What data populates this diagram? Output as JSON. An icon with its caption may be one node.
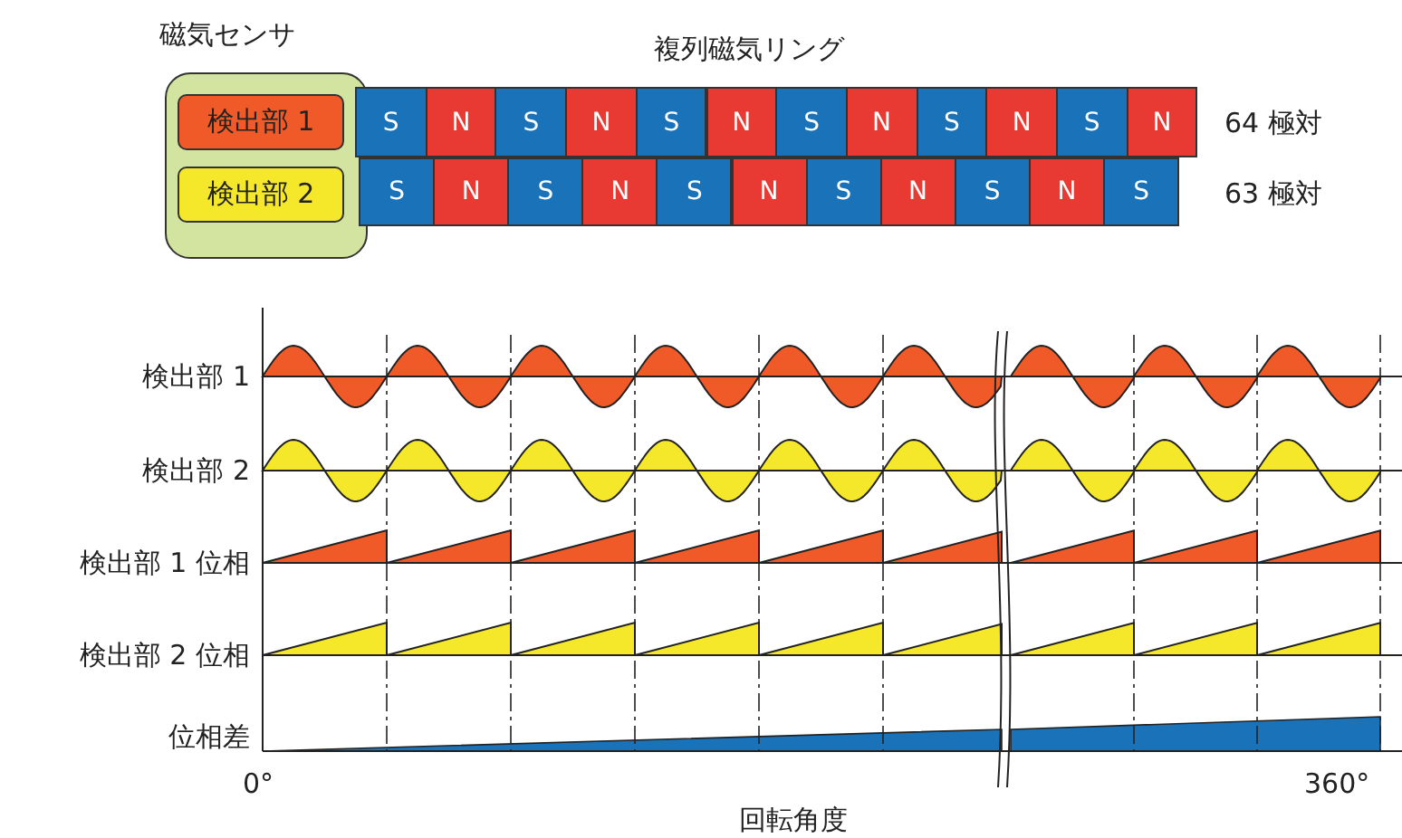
{
  "diagram": {
    "nodes": [
      {
        "text": [
          "磁気センサ"
        ]
      },
      {
        "text": [
          "検出部 1"
        ],
        "in": 0
      },
      {
        "text": [
          "検出部 2"
        ],
        "in": 0
      },
      {
        "text": [
          "複列磁気リング"
        ]
      },
      {
        "text": [
          "S"
        ],
        "in": 3
      },
      {
        "text": [
          "N"
        ],
        "in": 3
      },
      {
        "text": [
          "S"
        ],
        "in": 3
      },
      {
        "text": [
          "N"
        ],
        "in": 3
      },
      {
        "text": [
          "S"
        ],
        "in": 3
      },
      {
        "text": [
          "N"
        ],
        "in": 3
      },
      {
        "text": [
          "S"
        ],
        "in": 3
      },
      {
        "text": [
          "N"
        ],
        "in": 3
      },
      {
        "text": [
          "S"
        ],
        "in": 3
      },
      {
        "text": [
          "N"
        ],
        "in": 3
      },
      {
        "text": [
          "S"
        ],
        "in": 3
      },
      {
        "text": [
          "N"
        ],
        "in": 3
      },
      {
        "text": [
          "S"
        ],
        "in": 3
      },
      {
        "text": [
          "N"
        ],
        "in": 3
      },
      {
        "text": [
          "S"
        ],
        "in": 3
      },
      {
        "text": [
          "N"
        ],
        "in": 3
      },
      {
        "text": [
          "S"
        ],
        "in": 3
      },
      {
        "text": [
          "N"
        ],
        "in": 3
      },
      {
        "text": [
          "S"
        ],
        "in": 3
      },
      {
        "text": [
          "N"
        ],
        "in": 3
      },
      {
        "text": [
          "S"
        ],
        "in": 3
      },
      {
        "text": [
          "N"
        ],
        "in": 3
      },
      {
        "text": [
          "S"
        ],
        "in": 3
      }
    ],
    "edges": [],
    "labels": [
      "64 極対",
      "63 極対",
      "検出部 1",
      "検出部 2",
      "検出部 1 位相",
      "検出部 2 位相",
      "位相差",
      "0°",
      "360°",
      "回転角度"
    ]
  }
}
